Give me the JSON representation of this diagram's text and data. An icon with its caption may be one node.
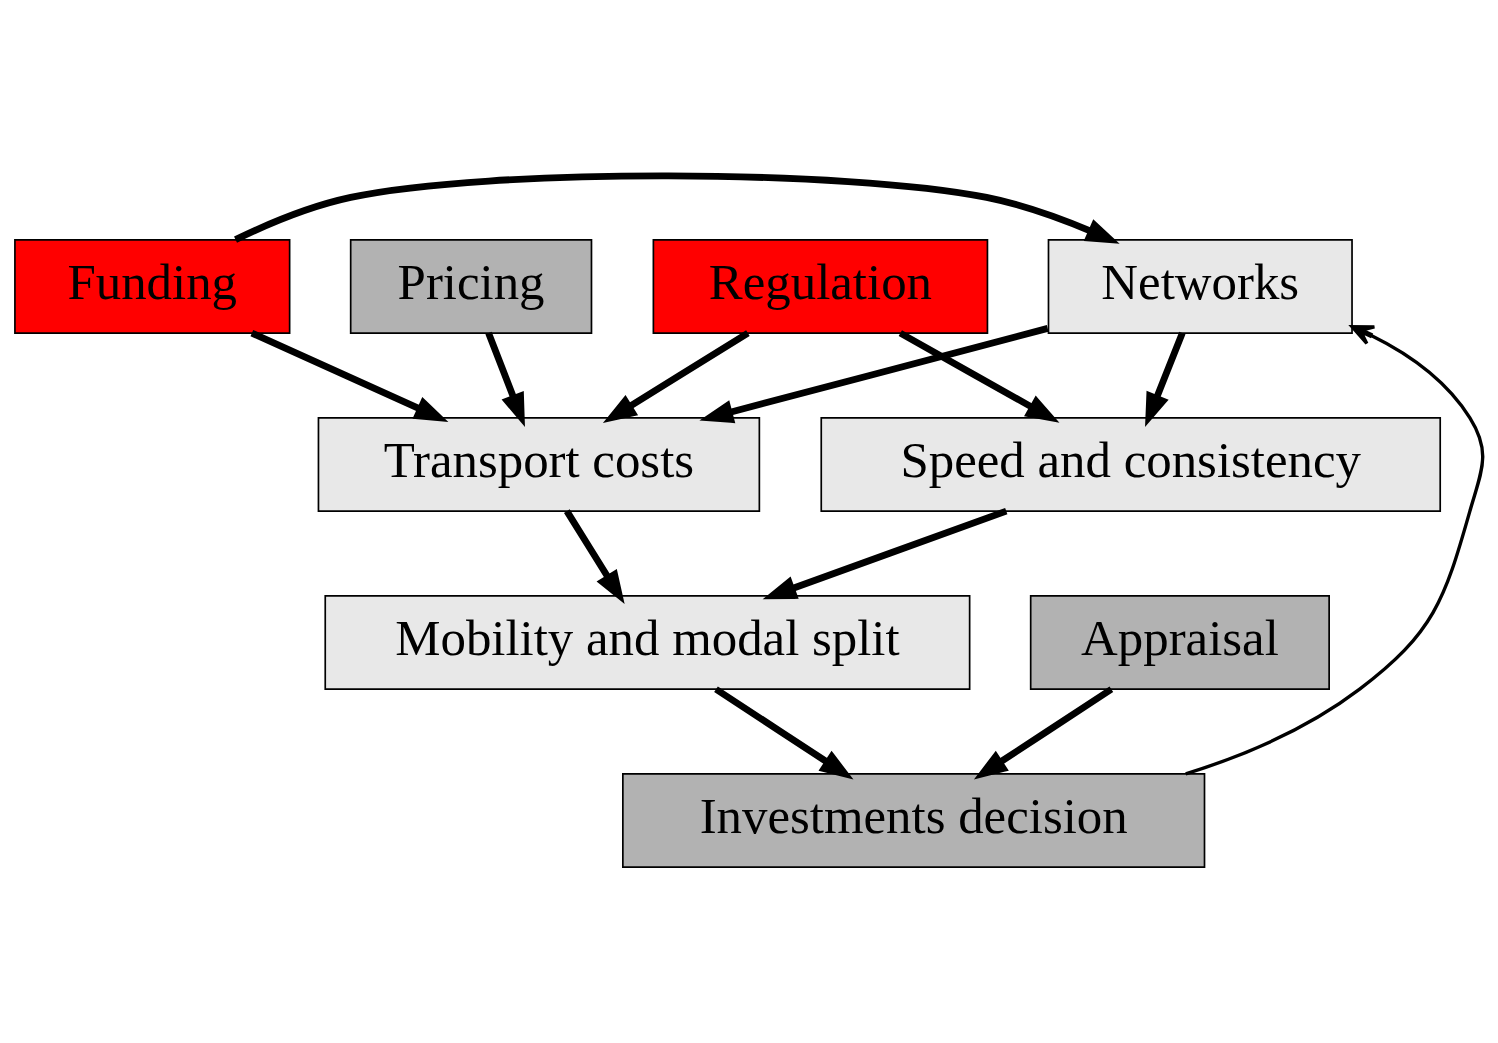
{
  "diagram": {
    "nodes": [
      {
        "text": [
          "Networks"
        ]
      },
      {
        "text": [
          "Funding"
        ]
      },
      {
        "text": [
          "Regulation"
        ]
      },
      {
        "text": [
          "Pricing"
        ]
      },
      {
        "text": [
          "Transport costs"
        ]
      },
      {
        "text": [
          "Speed and consistency"
        ]
      },
      {
        "text": [
          "Mobility and modal split"
        ]
      },
      {
        "text": [
          "Appraisal"
        ]
      },
      {
        "text": [
          "Investments decision"
        ]
      }
    ],
    "edges": [
      {
        "from": 1,
        "to": 0,
        "arrow": "to"
      },
      {
        "from": 1,
        "to": 4,
        "arrow": "to"
      },
      {
        "from": 3,
        "to": 4,
        "arrow": "to"
      },
      {
        "from": 0,
        "to": 4,
        "arrow": "to"
      },
      {
        "from": 0,
        "to": 5,
        "arrow": "to"
      },
      {
        "from": 2,
        "to": 4,
        "arrow": "to"
      },
      {
        "from": 2,
        "to": 5,
        "arrow": "to"
      },
      {
        "from": 4,
        "to": 6,
        "arrow": "to"
      },
      {
        "from": 5,
        "to": 6,
        "arrow": "to"
      },
      {
        "from": 6,
        "to": 8,
        "arrow": "to"
      },
      {
        "from": 7,
        "to": 8,
        "arrow": "to"
      },
      {
        "from": 8,
        "to": 0,
        "arrow": "to"
      }
    ]
  }
}
